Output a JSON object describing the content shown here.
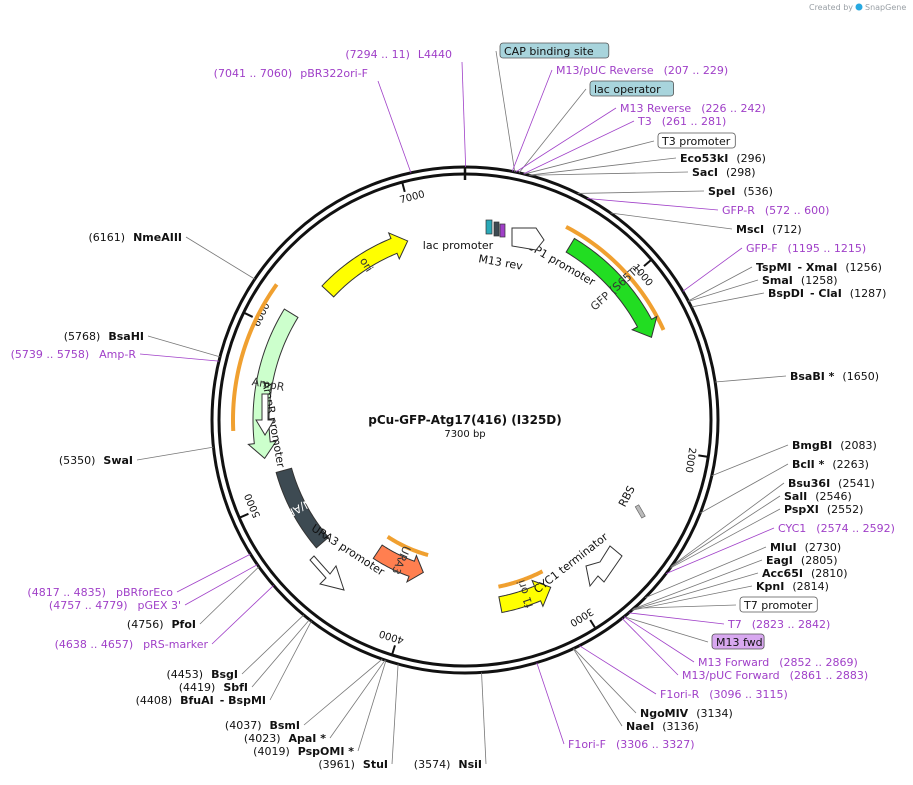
{
  "credit": {
    "text": "Created by",
    "brand": "SnapGene"
  },
  "plasmid": {
    "name": "pCu-GFP-Atg17(416) (I325D)",
    "length": 7300,
    "length_label": "7300 bp"
  },
  "ticks": [
    {
      "bp": 1000,
      "label": "1000"
    },
    {
      "bp": 2000,
      "label": "2000"
    },
    {
      "bp": 3000,
      "label": "3000"
    },
    {
      "bp": 4000,
      "label": "4000"
    },
    {
      "bp": 5000,
      "label": "5000"
    },
    {
      "bp": 6000,
      "label": "6000"
    },
    {
      "bp": 7000,
      "label": "7000"
    }
  ],
  "features": [
    {
      "name": "ori",
      "start": 6350,
      "end": 6940,
      "dir": 1,
      "color": "#ffff00",
      "label": "ori"
    },
    {
      "name": "ampr",
      "start": 5255,
      "end": 6115,
      "dir": -1,
      "color": "#ccffcc",
      "label": "AmpR"
    },
    {
      "name": "cen-ars",
      "start": 4650,
      "end": 5160,
      "dir": 0,
      "color": "#3d4a52",
      "label": "CEN/ARS"
    },
    {
      "name": "ura3",
      "start": 3960,
      "end": 4330,
      "dir": -1,
      "color": "#ff7f50",
      "label": "URA3"
    },
    {
      "name": "f1-ori",
      "start": 3100,
      "end": 3430,
      "dir": -1,
      "color": "#ffff00",
      "label": "f1 ori"
    },
    {
      "name": "gfp",
      "start": 630,
      "end": 1340,
      "dir": 1,
      "color": "#22dd22",
      "label": "GFP (S65T)"
    }
  ],
  "small_labels": [
    {
      "name": "lac-promoter",
      "text": "lac promoter"
    },
    {
      "name": "m13-rev",
      "text": "M13 rev"
    },
    {
      "name": "cup1-promoter",
      "text": "CUP1 promoter"
    },
    {
      "name": "ampr-promoter",
      "text": "AmpR promoter"
    },
    {
      "name": "ura3-promoter",
      "text": "URA3 promoter"
    },
    {
      "name": "cyc1-terminator",
      "text": "CYC1 terminator"
    },
    {
      "name": "rbs",
      "text": "RBS"
    }
  ],
  "right_labels": [
    {
      "name": "eco53ki",
      "enzyme": "Eco53kI",
      "pos": "(296)",
      "bp": 296
    },
    {
      "name": "saci",
      "enzyme": "SacI",
      "pos": "(298)",
      "bp": 298
    },
    {
      "name": "spei",
      "enzyme": "SpeI",
      "pos": "(536)",
      "bp": 536
    },
    {
      "name": "gfp-r",
      "primer": "GFP-R",
      "range": "(572 .. 600)",
      "bp": 586
    },
    {
      "name": "msci",
      "enzyme": "MscI",
      "pos": "(712)",
      "bp": 712
    },
    {
      "name": "gfp-f",
      "primer": "GFP-F",
      "range": "(1195 .. 1215)",
      "bp": 1205
    },
    {
      "name": "tspmi",
      "enzyme": "TspMI",
      "enzyme2": "- XmaI",
      "pos": "(1256)",
      "bp": 1256
    },
    {
      "name": "smai",
      "enzyme": "SmaI",
      "pos": "(1258)",
      "bp": 1258
    },
    {
      "name": "bspdi",
      "enzyme": "BspDI",
      "enzyme2": "- ClaI",
      "pos": "(1287)",
      "bp": 1287
    },
    {
      "name": "bsabi",
      "enzyme": "BsaBI *",
      "pos": "(1650)",
      "bp": 1650
    },
    {
      "name": "bmgbi",
      "enzyme": "BmgBI",
      "pos": "(2083)",
      "bp": 2083
    },
    {
      "name": "bcli",
      "enzyme": "BclI *",
      "pos": "(2263)",
      "bp": 2263
    },
    {
      "name": "bsu36i",
      "enzyme": "Bsu36I",
      "pos": "(2541)",
      "bp": 2541
    },
    {
      "name": "sali",
      "enzyme": "SalI",
      "pos": "(2546)",
      "bp": 2546
    },
    {
      "name": "pspxi",
      "enzyme": "PspXI",
      "pos": "(2552)",
      "bp": 2552
    },
    {
      "name": "cyc1",
      "primer": "CYC1",
      "range": "(2574 .. 2592)",
      "bp": 2583
    },
    {
      "name": "mlui",
      "enzyme": "MluI",
      "pos": "(2730)",
      "bp": 2730
    },
    {
      "name": "eagi",
      "enzyme": "EagI",
      "pos": "(2805)",
      "bp": 2805
    },
    {
      "name": "acc65i",
      "enzyme": "Acc65I",
      "pos": "(2810)",
      "bp": 2810
    },
    {
      "name": "kpni",
      "enzyme": "KpnI",
      "pos": "(2814)",
      "bp": 2814
    },
    {
      "name": "t7-promoter",
      "boxed": "T7 promoter",
      "bp": 2800
    },
    {
      "name": "t7",
      "primer": "T7",
      "range": "(2823 .. 2842)",
      "bp": 2832
    },
    {
      "name": "m13-fwd",
      "boxed": "M13 fwd",
      "bp": 2860
    },
    {
      "name": "m13-forward",
      "primer": "M13 Forward",
      "range": "(2852 .. 2869)",
      "bp": 2860
    },
    {
      "name": "m13-puc-forward",
      "primer": "M13/pUC Forward",
      "range": "(2861 .. 2883)",
      "bp": 2872
    },
    {
      "name": "f1ori-r",
      "primer": "F1ori-R",
      "range": "(3096 .. 3115)",
      "bp": 3105
    },
    {
      "name": "ngomiv",
      "enzyme": "NgoMIV",
      "pos": "(3134)",
      "bp": 3134
    },
    {
      "name": "naei",
      "enzyme": "NaeI",
      "pos": "(3136)",
      "bp": 3136
    },
    {
      "name": "f1ori-f",
      "primer": "F1ori-F",
      "range": "(3306 .. 3327)",
      "bp": 3316
    }
  ],
  "top_labels": [
    {
      "name": "cap-binding-site",
      "boxed": "CAP binding site",
      "bp": 230
    },
    {
      "name": "m13-puc-reverse",
      "primer": "M13/pUC Reverse",
      "range": "(207 .. 229)",
      "bp": 218
    },
    {
      "name": "lac-operator",
      "boxed": "lac operator",
      "bp": 250
    },
    {
      "name": "m13-reverse",
      "primer": "M13 Reverse",
      "range": "(226 .. 242)",
      "bp": 234
    },
    {
      "name": "t3",
      "primer": "T3",
      "range": "(261 .. 281)",
      "bp": 271
    },
    {
      "name": "t3-promoter",
      "boxed": "T3 promoter",
      "bp": 275
    },
    {
      "name": "l4440",
      "primer": "L4440",
      "range": "(7294 .. 11)",
      "bp": 3
    },
    {
      "name": "pbr322ori-f",
      "primer": "pBR322ori-F",
      "range": "(7041 .. 7060)",
      "bp": 7050
    }
  ],
  "bottom_labels": [
    {
      "name": "nsii",
      "enzyme": "NsiI",
      "pos": "(3574)",
      "bp": 3574
    },
    {
      "name": "stui",
      "enzyme": "StuI",
      "pos": "(3961)",
      "bp": 3961
    },
    {
      "name": "pspomi",
      "enzyme": "PspOMI *",
      "pos": "(4019)",
      "bp": 4019
    },
    {
      "name": "apai",
      "enzyme": "ApaI *",
      "pos": "(4023)",
      "bp": 4023
    },
    {
      "name": "bsmi",
      "enzyme": "BsmI",
      "pos": "(4037)",
      "bp": 4037
    }
  ],
  "left_labels": [
    {
      "name": "bfuai",
      "enzyme": "BfuAI",
      "enzyme2": "- BspMI",
      "pos": "(4408)",
      "bp": 4408
    },
    {
      "name": "sbfi",
      "enzyme": "SbfI",
      "pos": "(4419)",
      "bp": 4419
    },
    {
      "name": "bsgi",
      "enzyme": "BsgI",
      "pos": "(4453)",
      "bp": 4453
    },
    {
      "name": "prs-marker",
      "primer": "pRS-marker",
      "range": "(4638 .. 4657)",
      "bp": 4647
    },
    {
      "name": "pfoi",
      "enzyme": "PfoI",
      "pos": "(4756)",
      "bp": 4756
    },
    {
      "name": "pgex3",
      "primer": "pGEX 3'",
      "range": "(4757 .. 4779)",
      "bp": 4768
    },
    {
      "name": "pbrforeco",
      "primer": "pBRforEco",
      "range": "(4817 .. 4835)",
      "bp": 4826
    },
    {
      "name": "swai",
      "enzyme": "SwaI",
      "pos": "(5350)",
      "bp": 5350
    },
    {
      "name": "amp-r",
      "primer": "Amp-R",
      "range": "(5739 .. 5758)",
      "bp": 5748
    },
    {
      "name": "bsahi",
      "enzyme": "BsaHI",
      "pos": "(5768)",
      "bp": 5768
    },
    {
      "name": "nmeaiii",
      "enzyme": "NmeAIII",
      "pos": "(6161)",
      "bp": 6161
    }
  ],
  "colors": {
    "primer": "#a040c8",
    "enzyme": "#111111",
    "ring": "#111111",
    "orange": "#f0a030",
    "boxed_fill": "#a8d4dc",
    "m13fwd_fill": "#d8a8f0"
  }
}
